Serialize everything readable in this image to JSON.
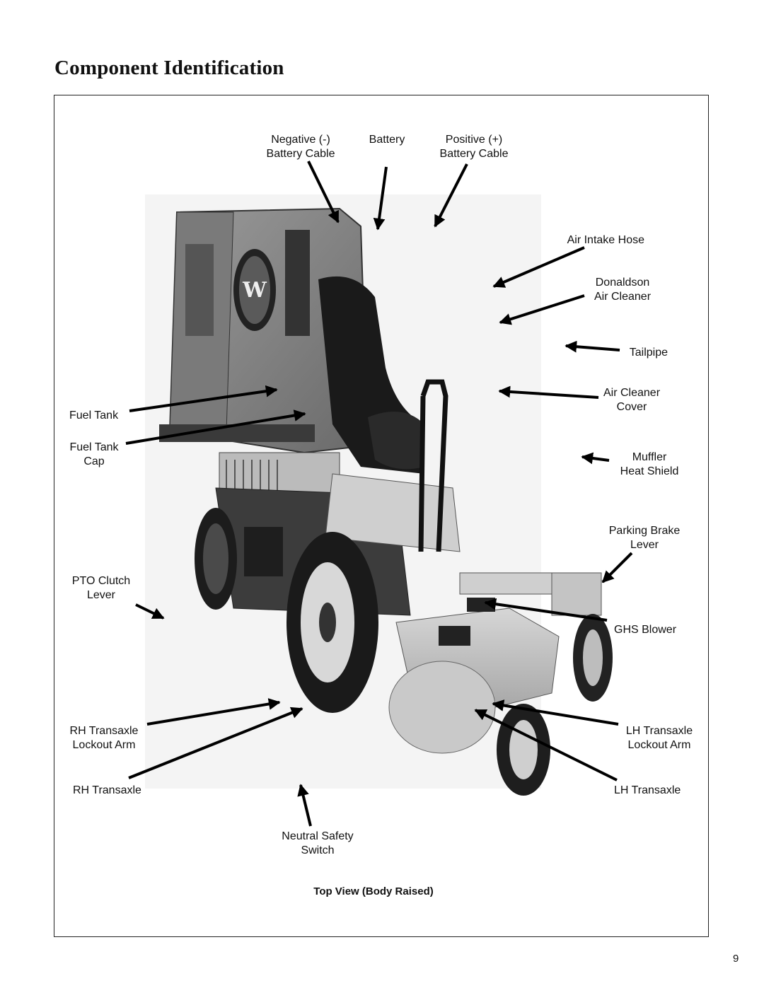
{
  "page": {
    "title": "Component Identification",
    "caption": "Top View (Body Raised)",
    "page_number": "9"
  },
  "labels": {
    "negative_cable": [
      "Negative (-)",
      "Battery Cable"
    ],
    "battery": [
      "Battery"
    ],
    "positive_cable": [
      "Positive (+)",
      "Battery Cable"
    ],
    "air_intake_hose": [
      "Air Intake Hose"
    ],
    "donaldson": [
      "Donaldson",
      "Air Cleaner"
    ],
    "tailpipe": [
      "Tailpipe"
    ],
    "air_cleaner_cover": [
      "Air Cleaner",
      "Cover"
    ],
    "fuel_tank": [
      "Fuel Tank"
    ],
    "fuel_tank_cap": [
      "Fuel Tank",
      "Cap"
    ],
    "muffler": [
      "Muffler",
      "Heat Shield"
    ],
    "parking_brake": [
      "Parking Brake",
      "Lever"
    ],
    "pto_clutch": [
      "PTO Clutch",
      "Lever"
    ],
    "ghs_blower": [
      "GHS Blower"
    ],
    "rh_lockout": [
      "RH Transaxle",
      "Lockout Arm"
    ],
    "lh_lockout": [
      "LH Transaxle",
      "Lockout Arm"
    ],
    "rh_transaxle": [
      "RH Transaxle"
    ],
    "lh_transaxle": [
      "LH Transaxle"
    ],
    "neutral_switch": [
      "Neutral Safety",
      "Switch"
    ]
  }
}
